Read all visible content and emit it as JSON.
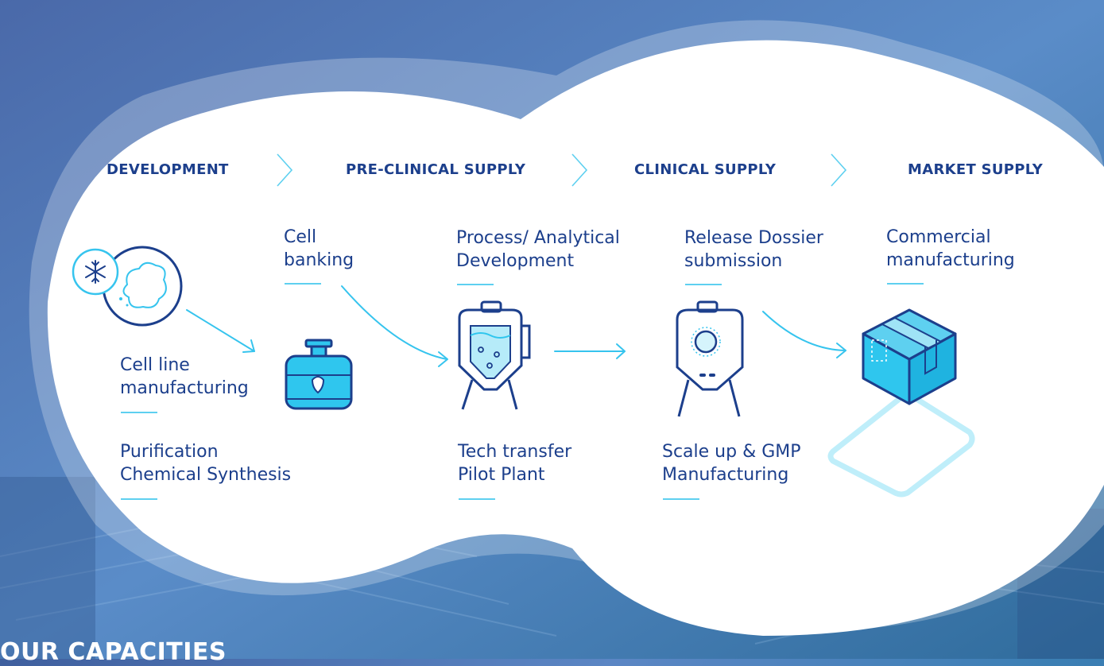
{
  "stages": [
    {
      "label": "DEVELOPMENT"
    },
    {
      "label": "PRE-CLINICAL SUPPLY"
    },
    {
      "label": "CLINICAL SUPPLY"
    },
    {
      "label": "MARKET SUPPLY"
    }
  ],
  "steps": {
    "cell_banking": [
      "Cell",
      "banking"
    ],
    "process_analytical": [
      "Process/ Analytical",
      "Development"
    ],
    "release_dossier": [
      "Release Dossier",
      "submission"
    ],
    "commercial": [
      "Commercial",
      "manufacturing"
    ],
    "cell_line": [
      "Cell line",
      "manufacturing"
    ],
    "purification": [
      "Purification",
      "Chemical Synthesis"
    ],
    "tech_transfer": [
      "Tech transfer",
      "Pilot Plant"
    ],
    "scale_up": [
      "Scale up & GMP",
      "Manufacturing"
    ]
  },
  "footer": {
    "title": "OUR CAPACITIES"
  },
  "colors": {
    "navy": "#1c3f8c",
    "accent": "#5ed0f0",
    "cyan_fill": "#2fc6ee",
    "background": "#3f6fae"
  },
  "icons": [
    "snowflake-icon",
    "cell-dish-icon",
    "cell-bank-vessel-icon",
    "bioreactor-icon",
    "reactor-icon",
    "package-box-icon",
    "chevron-right-icon",
    "arrow-right-icon"
  ]
}
